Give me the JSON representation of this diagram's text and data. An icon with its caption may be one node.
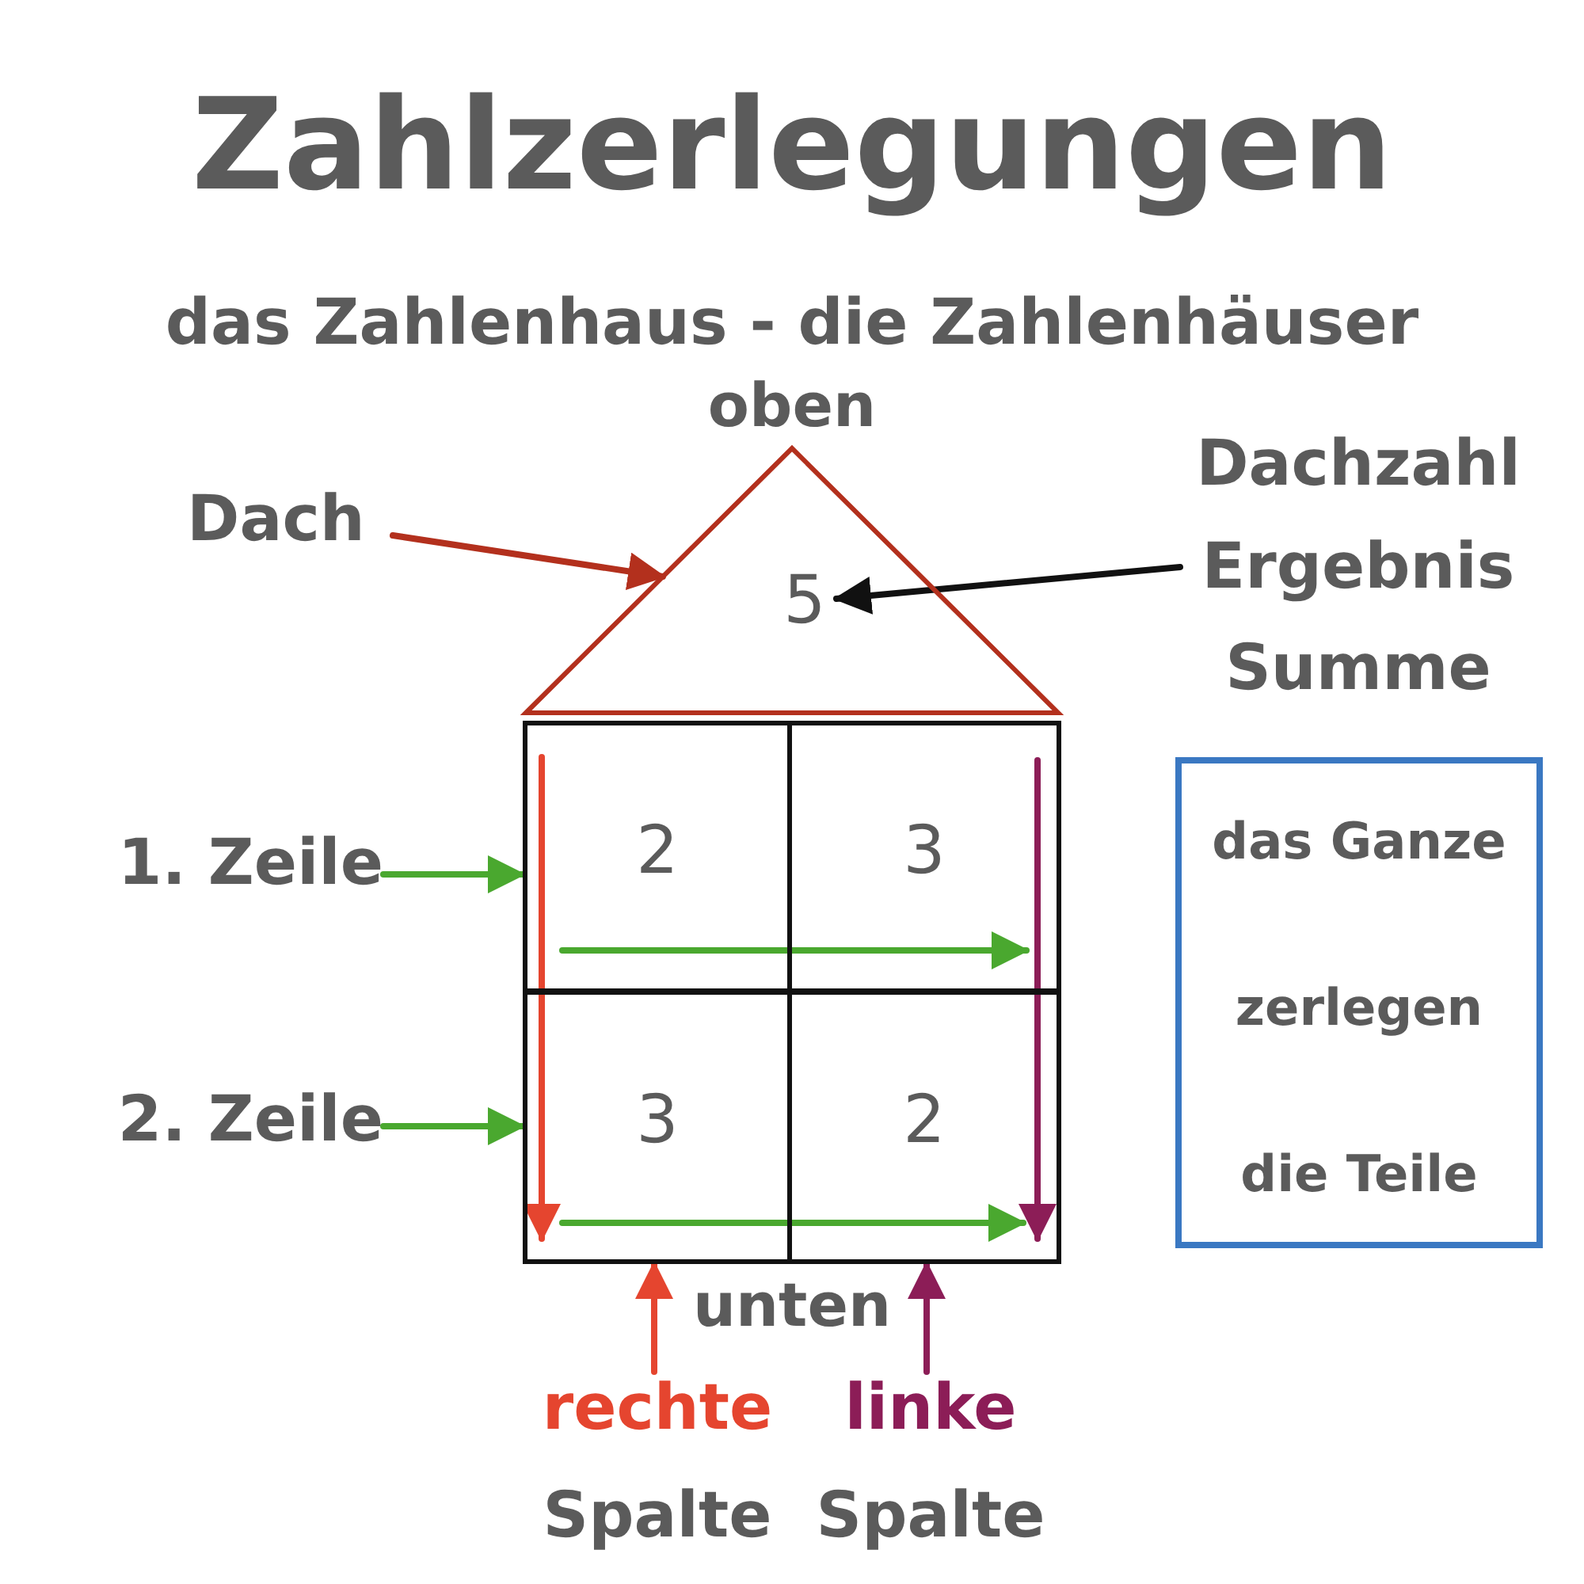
{
  "diagram": {
    "title": "Zahlzerlegungen",
    "nodes": [
      {
        "text": [],
        "shape": "triangle"
      },
      {
        "text": [
          "5"
        ],
        "in": 0
      },
      {
        "text": [
          "2"
        ]
      },
      {
        "text": [
          "3"
        ]
      },
      {
        "text": [
          "3"
        ]
      },
      {
        "text": [
          "2"
        ]
      },
      {
        "text": [
          "Dach"
        ]
      },
      {
        "text": [
          "Dachzahl",
          "Ergebnis",
          "Summe"
        ]
      },
      {
        "text": [
          "1. Zeile"
        ]
      },
      {
        "text": [
          "2. Zeile"
        ]
      },
      {
        "text": [
          "rechte",
          "Spalte"
        ]
      },
      {
        "text": [
          "linke",
          "Spalte"
        ]
      },
      {
        "text": [
          "das Ganze",
          "zerlegen",
          "die Teile"
        ]
      }
    ],
    "edges": [
      {
        "from": 6,
        "to": 0,
        "arrow": "to",
        "color": "#b3301d"
      },
      {
        "from": 7,
        "to": 1,
        "arrow": "to",
        "color": "#111111"
      },
      {
        "from": 8,
        "to": 2,
        "arrow": "to"
      },
      {
        "from": 9,
        "to": 4,
        "arrow": "to"
      },
      {
        "from": 10,
        "to": 4,
        "arrow": "to",
        "color": "#e5452f"
      },
      {
        "from": 11,
        "to": 5,
        "arrow": "to",
        "color": "#8c1d57"
      },
      {
        "from": 2,
        "to": 3,
        "arrow": "to"
      },
      {
        "from": 4,
        "to": 5,
        "arrow": "to"
      },
      {
        "from": 2,
        "to": 4,
        "arrow": "to",
        "color": "#e5452f"
      },
      {
        "from": 3,
        "to": 5,
        "arrow": "to",
        "color": "#8c1d57"
      }
    ],
    "labels": [
      "das Zahlenhaus - die Zahlenhäuser",
      "oben",
      "unten"
    ]
  }
}
